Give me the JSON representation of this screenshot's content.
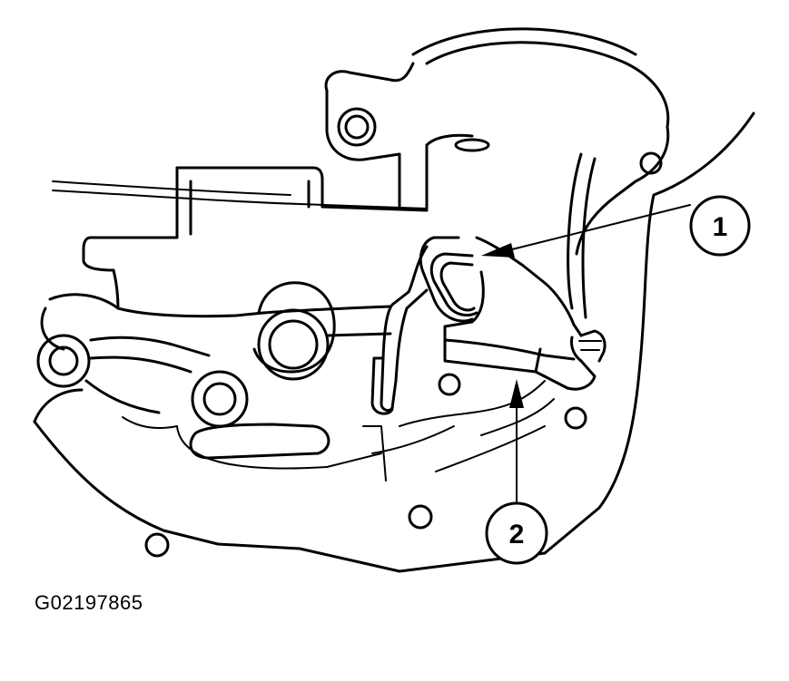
{
  "figure": {
    "id": "G02197865"
  },
  "callouts": [
    {
      "label": "1"
    },
    {
      "label": "2"
    }
  ],
  "colors": {
    "ink": "#000000",
    "paper": "#ffffff"
  }
}
